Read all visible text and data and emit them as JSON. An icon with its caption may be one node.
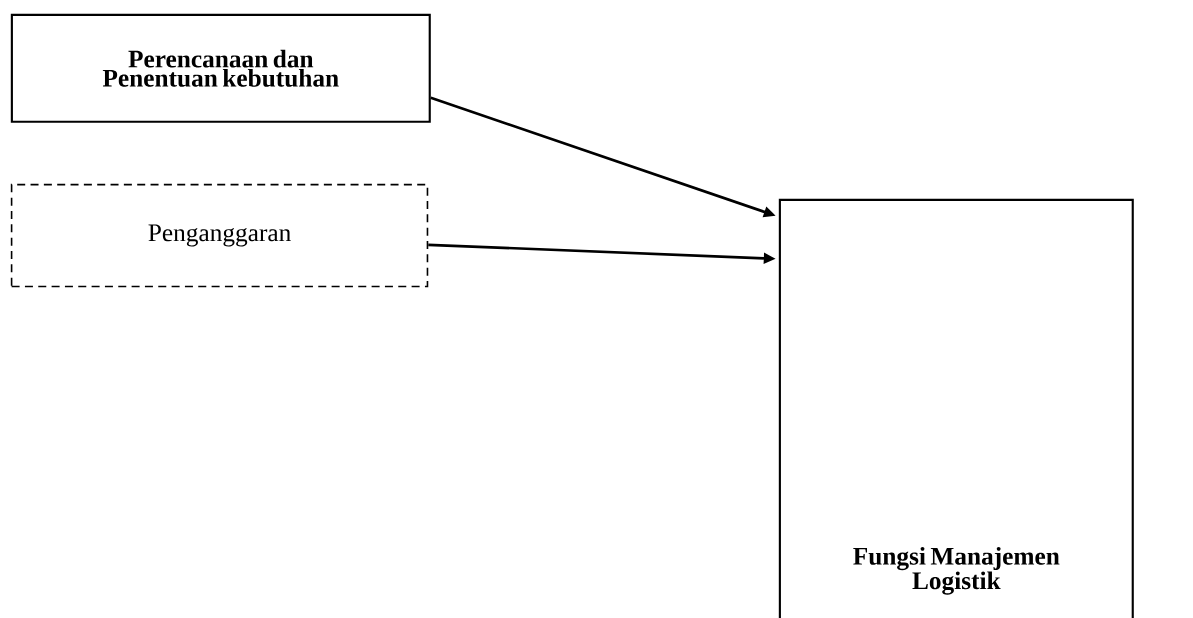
{
  "diagram": {
    "nodes": [
      {
        "text": [
          "Perencanaan dan Penentuan kebutuhan"
        ]
      },
      {
        "text": [
          "Penganggaran"
        ]
      },
      {
        "text": [
          "Fungsi Manajemen Logistik"
        ]
      }
    ],
    "edges": [
      {
        "from": 0,
        "to": 2,
        "arrow": "to"
      },
      {
        "from": 1,
        "to": 2,
        "arrow": "to"
      }
    ]
  }
}
